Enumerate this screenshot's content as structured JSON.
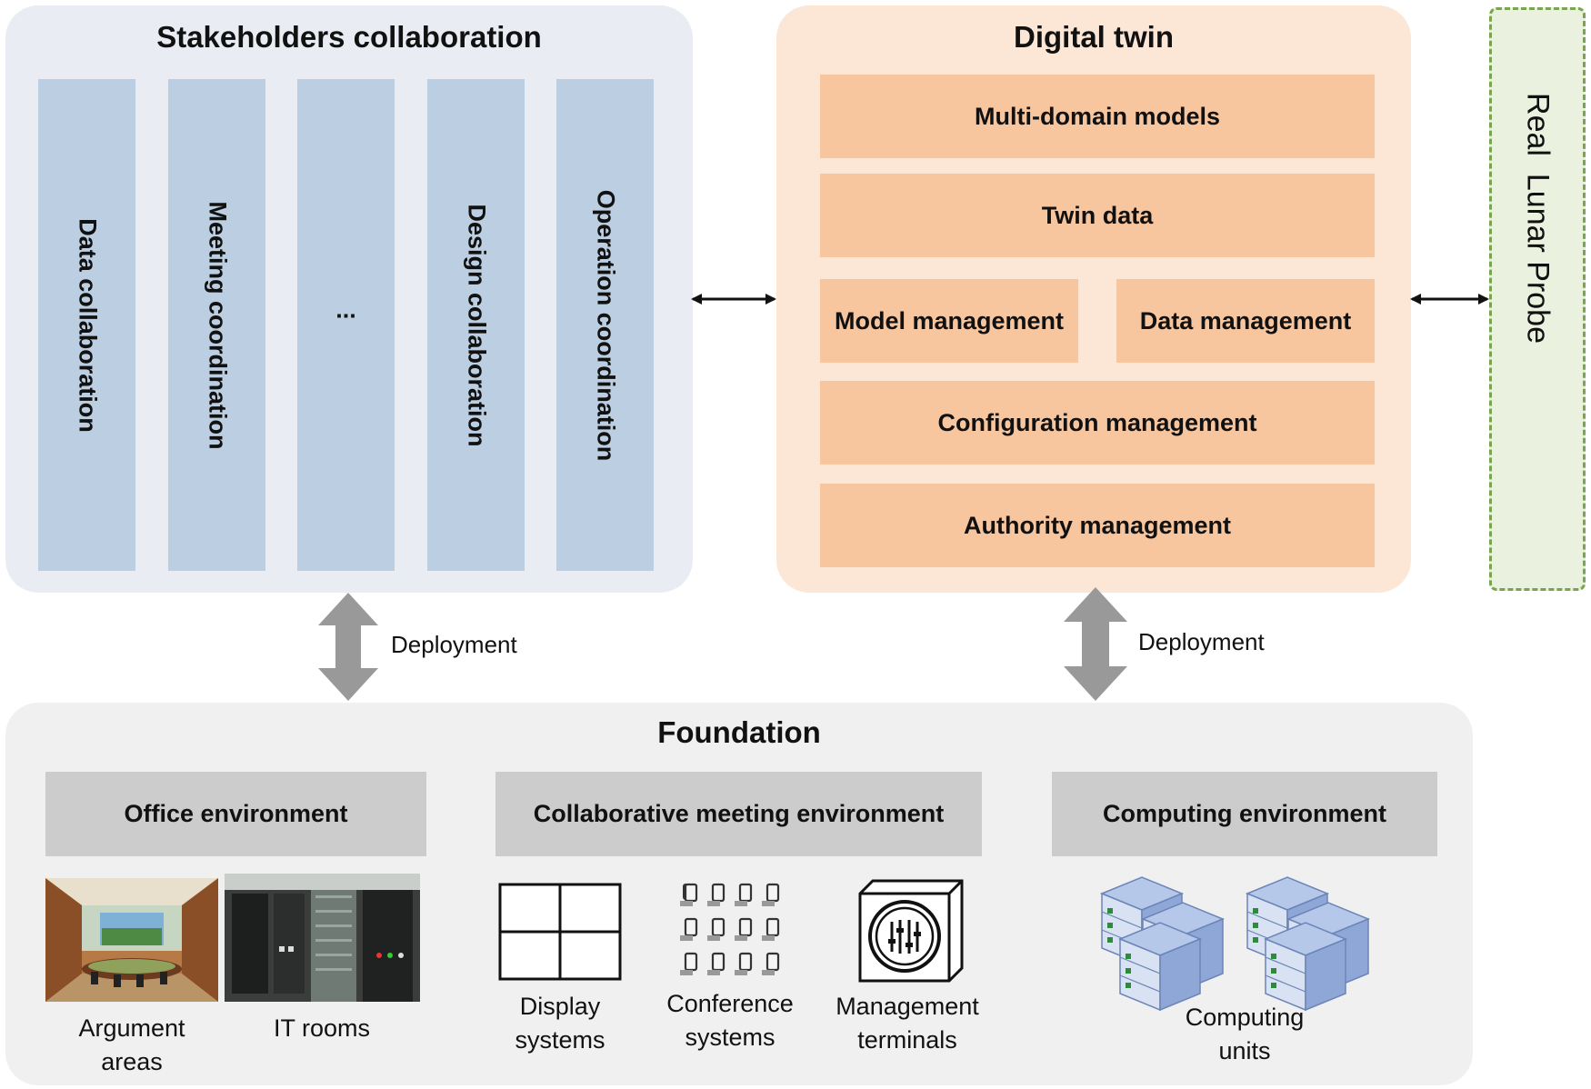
{
  "stakeholders": {
    "title": "Stakeholders collaboration",
    "columns": [
      {
        "label": "Data collaboration"
      },
      {
        "label": "Meeting coordination"
      },
      {
        "label": "..."
      },
      {
        "label": "Design collaboration"
      },
      {
        "label": "Operation coordination"
      }
    ]
  },
  "digital_twin": {
    "title": "Digital twin",
    "multi_domain": "Multi-domain models",
    "twin_data": "Twin data",
    "model_mgmt": "Model management",
    "data_mgmt": "Data management",
    "config_mgmt": "Configuration management",
    "authority_mgmt": "Authority management"
  },
  "probe": {
    "label": "Real  Lunar Probe"
  },
  "deployment": {
    "left": "Deployment",
    "right": "Deployment"
  },
  "foundation": {
    "title": "Foundation",
    "office": {
      "title": "Office environment",
      "argument_line1": "Argument",
      "argument_line2": "areas",
      "it_rooms": "IT rooms"
    },
    "meeting": {
      "title": "Collaborative meeting environment",
      "display_line1": "Display",
      "display_line2": "systems",
      "conference_line1": "Conference",
      "conference_line2": "systems",
      "management_line1": "Management",
      "management_line2": "terminals"
    },
    "computing": {
      "title": "Computing environment",
      "units_line1": "Computing",
      "units_line2": "units"
    }
  },
  "colors": {
    "stake_panel": "#e9edf3",
    "stake_col": "#bccee1",
    "twin_panel": "#fce6d6",
    "twin_box": "#f7c59e",
    "probe_fill": "#eaf1de",
    "probe_border": "#7aa550",
    "foundation_panel": "#f0f0f0",
    "foundation_box": "#cccccc",
    "deploy_arrow": "#999999"
  }
}
